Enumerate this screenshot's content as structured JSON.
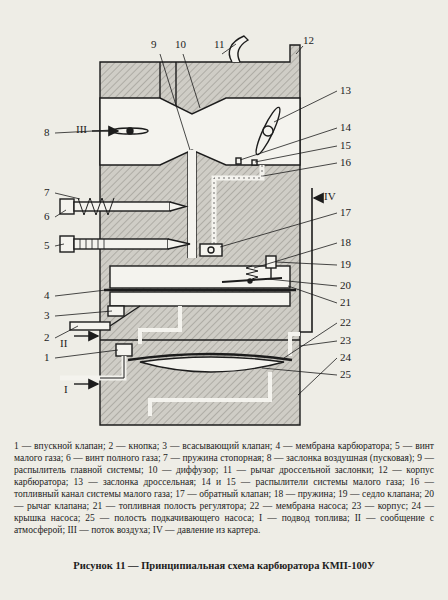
{
  "diagram": {
    "caption": "Рисунок 11 — Принципиальная схема карбюратора КМП-100У",
    "labels": [
      "1",
      "2",
      "3",
      "4",
      "5",
      "6",
      "7",
      "8",
      "9",
      "10",
      "11",
      "12",
      "13",
      "14",
      "15",
      "16",
      "17",
      "18",
      "19",
      "20",
      "21",
      "22",
      "23",
      "24",
      "25",
      "I",
      "II",
      "III",
      "IV",
      "1 — впускной клапан; 2 — кнопка; 3 — всасывающий клапан; 4 — мембрана карбюратора; 5 — винт малого газа; 6 — винт полного газа; 7 — пружина стопорная; 8 — заслонка воздушная (пусковая); 9 — распылитель главной системы; 10 — диффузор; 11 — рычаг дроссельной заслонки; 12 — корпус карбюратора; 13 — заслонка дроссельная; 14 и 15 — распылители системы малого газа; 16 — топливный канал системы малого газа; 17 — обратный клапан; 18 — пружина; 19 — седло клапана; 20 — рычаг клапана; 21 — топливная полость регулятора; 22 — мембрана насоса; 23 — корпус; 24 — крышка насоса; 25 — полость подкачивающего насоса; I — подвод топлива; II — сообщение с атмосферой; III — поток воздуха; IV — давление из картера."
    ]
  }
}
